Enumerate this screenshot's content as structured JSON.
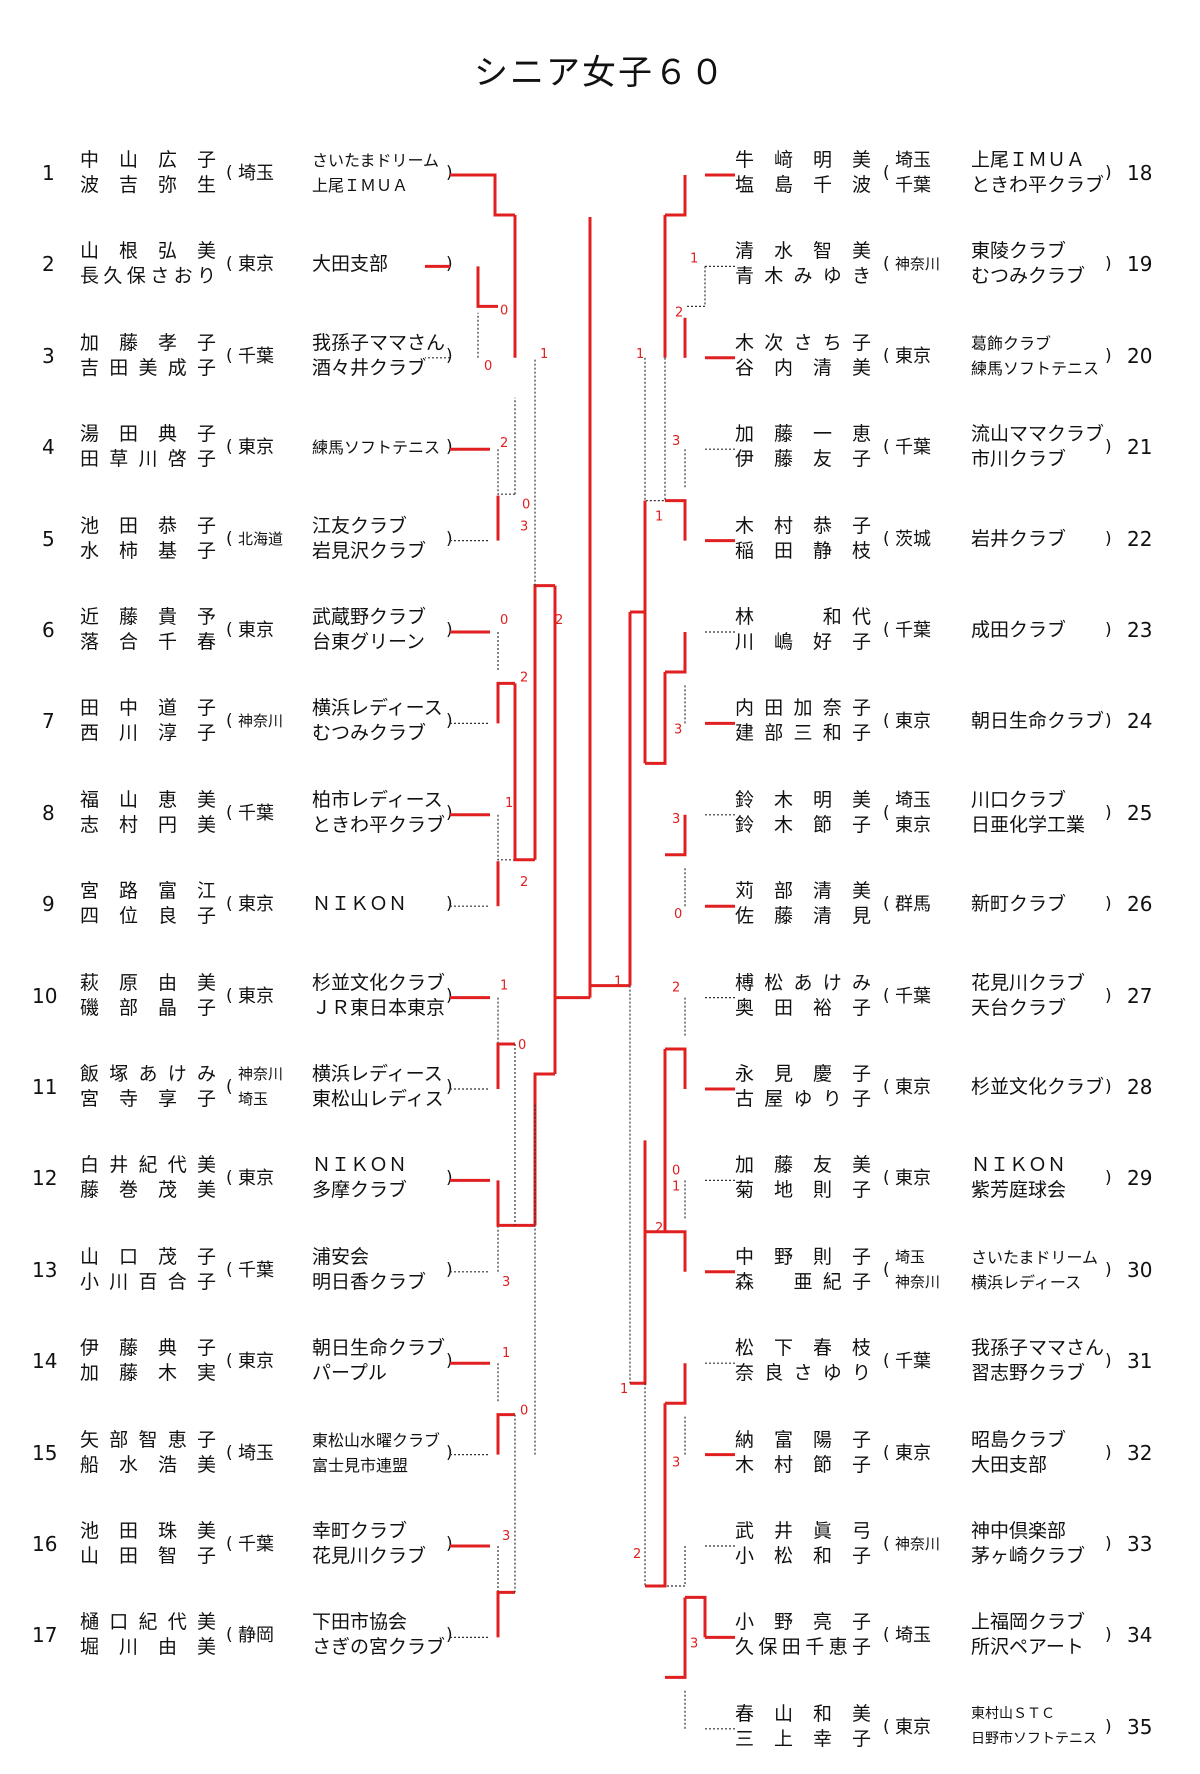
{
  "title": "シニア女子６０",
  "left": [
    {
      "seed": "1",
      "p1": "中山広子",
      "p2": "波吉弥生",
      "pref1": "埼玉",
      "pref2": "",
      "club1": "さいたまドリーム",
      "club2": "上尾ＩＭＵＡ"
    },
    {
      "seed": "2",
      "p1": "山根弘美",
      "p2": "長久保さおり",
      "pref1": "東京",
      "pref2": "",
      "club1": "大田支部",
      "club2": ""
    },
    {
      "seed": "3",
      "p1": "加藤孝子",
      "p2": "吉田美成子",
      "pref1": "千葉",
      "pref2": "",
      "club1": "我孫子ママさん",
      "club2": "酒々井クラブ"
    },
    {
      "seed": "4",
      "p1": "湯田典子",
      "p2": "田草川啓子",
      "pref1": "東京",
      "pref2": "",
      "club1": "練馬ソフトテニス",
      "club2": ""
    },
    {
      "seed": "5",
      "p1": "池田恭子",
      "p2": "水柿基子",
      "pref1": "北海道",
      "pref2": "",
      "club1": "江友クラブ",
      "club2": "岩見沢クラブ"
    },
    {
      "seed": "6",
      "p1": "近藤貴予",
      "p2": "落合千春",
      "pref1": "東京",
      "pref2": "",
      "club1": "武蔵野クラブ",
      "club2": "台東グリーン"
    },
    {
      "seed": "7",
      "p1": "田中道子",
      "p2": "西川淳子",
      "pref1": "神奈川",
      "pref2": "",
      "club1": "横浜レディース",
      "club2": "むつみクラブ"
    },
    {
      "seed": "8",
      "p1": "福山恵美",
      "p2": "志村円美",
      "pref1": "千葉",
      "pref2": "",
      "club1": "柏市レディース",
      "club2": "ときわ平クラブ"
    },
    {
      "seed": "9",
      "p1": "宮路富江",
      "p2": "四位良子",
      "pref1": "東京",
      "pref2": "",
      "club1": "ＮＩＫＯＮ",
      "club2": ""
    },
    {
      "seed": "10",
      "p1": "萩原由美",
      "p2": "磯部晶子",
      "pref1": "東京",
      "pref2": "",
      "club1": "杉並文化クラブ",
      "club2": "ＪＲ東日本東京"
    },
    {
      "seed": "11",
      "p1": "飯塚あけみ",
      "p2": "宮寺享子",
      "pref1": "神奈川",
      "pref2": "埼玉",
      "club1": "横浜レディース",
      "club2": "東松山レディス"
    },
    {
      "seed": "12",
      "p1": "白井紀代美",
      "p2": "藤巻茂美",
      "pref1": "東京",
      "pref2": "",
      "club1": "ＮＩＫＯＮ",
      "club2": "多摩クラブ"
    },
    {
      "seed": "13",
      "p1": "山口茂子",
      "p2": "小川百合子",
      "pref1": "千葉",
      "pref2": "",
      "club1": "浦安会",
      "club2": "明日香クラブ"
    },
    {
      "seed": "14",
      "p1": "伊藤典子",
      "p2": "加藤木実",
      "pref1": "東京",
      "pref2": "",
      "club1": "朝日生命クラブ",
      "club2": "パープル"
    },
    {
      "seed": "15",
      "p1": "矢部智恵子",
      "p2": "船水浩美",
      "pref1": "埼玉",
      "pref2": "",
      "club1": "東松山水曜クラブ",
      "club2": "富士見市連盟"
    },
    {
      "seed": "16",
      "p1": "池田珠美",
      "p2": "山田智子",
      "pref1": "千葉",
      "pref2": "",
      "club1": "幸町クラブ",
      "club2": "花見川クラブ"
    },
    {
      "seed": "17",
      "p1": "樋口紀代美",
      "p2": "堀川由美",
      "pref1": "静岡",
      "pref2": "",
      "club1": "下田市協会",
      "club2": "さぎの宮クラブ"
    }
  ],
  "right": [
    {
      "seed": "18",
      "p1": "牛﨑明美",
      "p2": "塩島千波",
      "pref1": "埼玉",
      "pref2": "千葉",
      "club1": "上尾ＩＭＵＡ",
      "club2": "ときわ平クラブ"
    },
    {
      "seed": "19",
      "p1": "清水智美",
      "p2": "青木みゆき",
      "pref1": "神奈川",
      "pref2": "",
      "club1": "東陵クラブ",
      "club2": "むつみクラブ"
    },
    {
      "seed": "20",
      "p1": "木次さち子",
      "p2": "谷内清美",
      "pref1": "東京",
      "pref2": "",
      "club1": "葛飾クラブ",
      "club2": "練馬ソフトテニス"
    },
    {
      "seed": "21",
      "p1": "加藤一恵",
      "p2": "伊藤友子",
      "pref1": "千葉",
      "pref2": "",
      "club1": "流山ママクラブ",
      "club2": "市川クラブ"
    },
    {
      "seed": "22",
      "p1": "木村恭子",
      "p2": "稲田静枝",
      "pref1": "茨城",
      "pref2": "",
      "club1": "岩井クラブ",
      "club2": ""
    },
    {
      "seed": "23",
      "p1": "林　　和代",
      "p2": "川嶋好子",
      "pref1": "千葉",
      "pref2": "",
      "club1": "成田クラブ",
      "club2": ""
    },
    {
      "seed": "24",
      "p1": "内田加奈子",
      "p2": "建部三和子",
      "pref1": "東京",
      "pref2": "",
      "club1": "朝日生命クラブ",
      "club2": ""
    },
    {
      "seed": "25",
      "p1": "鈴木明美",
      "p2": "鈴木節子",
      "pref1": "埼玉",
      "pref2": "東京",
      "club1": "川口クラブ",
      "club2": "日亜化学工業"
    },
    {
      "seed": "26",
      "p1": "苅部清美",
      "p2": "佐藤清見",
      "pref1": "群馬",
      "pref2": "",
      "club1": "新町クラブ",
      "club2": ""
    },
    {
      "seed": "27",
      "p1": "榑松あけみ",
      "p2": "奥田裕子",
      "pref1": "千葉",
      "pref2": "",
      "club1": "花見川クラブ",
      "club2": "天台クラブ"
    },
    {
      "seed": "28",
      "p1": "永見慶子",
      "p2": "古屋ゆり子",
      "pref1": "東京",
      "pref2": "",
      "club1": "杉並文化クラブ",
      "club2": ""
    },
    {
      "seed": "29",
      "p1": "加藤友美",
      "p2": "菊地則子",
      "pref1": "東京",
      "pref2": "",
      "club1": "ＮＩＫＯＮ",
      "club2": "紫芳庭球会"
    },
    {
      "seed": "30",
      "p1": "中野則子",
      "p2": "森　亜紀子",
      "pref1": "埼玉",
      "pref2": "神奈川",
      "club1": "さいたまドリーム",
      "club2": "横浜レディース"
    },
    {
      "seed": "31",
      "p1": "松下春枝",
      "p2": "奈良さゆり",
      "pref1": "千葉",
      "pref2": "",
      "club1": "我孫子ママさん",
      "club2": "習志野クラブ"
    },
    {
      "seed": "32",
      "p1": "納富陽子",
      "p2": "木村節子",
      "pref1": "東京",
      "pref2": "",
      "club1": "昭島クラブ",
      "club2": "大田支部"
    },
    {
      "seed": "33",
      "p1": "武井眞弓",
      "p2": "小松和子",
      "pref1": "神奈川",
      "pref2": "",
      "club1": "神中倶楽部",
      "club2": "茅ヶ崎クラブ"
    },
    {
      "seed": "34",
      "p1": "小野亮子",
      "p2": "久保田千恵子",
      "pref1": "埼玉",
      "pref2": "",
      "club1": "上福岡クラブ",
      "club2": "所沢ペアート"
    },
    {
      "seed": "35",
      "p1": "春山和美",
      "p2": "三上幸子",
      "pref1": "東京",
      "pref2": "",
      "club1": "東村山ＳＴＣ",
      "club2": "日野市ソフトテニス"
    }
  ],
  "scores": {
    "left": [
      "0",
      "0",
      "1",
      "2",
      "0",
      "3",
      "0",
      "2",
      "1",
      "2",
      "2",
      "1",
      "0",
      "3",
      "1",
      "0",
      "3"
    ],
    "right": [
      "1",
      "2",
      "1",
      "3",
      "1",
      "3",
      "3",
      "0",
      "1",
      "2",
      "0",
      "2",
      "1",
      "1",
      "3",
      "2",
      "3"
    ]
  },
  "colors": {
    "win": "#e02020",
    "lose": "#333333"
  }
}
